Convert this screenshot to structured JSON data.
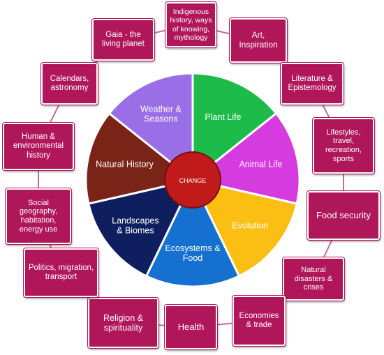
{
  "wheel": {
    "center_label": "CHANGE",
    "center_color": "#c01a1a",
    "segments": [
      {
        "label": "Plant Life",
        "color": "#1dbb4a"
      },
      {
        "label": "Animal Life",
        "color": "#d63be0"
      },
      {
        "label": "Evolution",
        "color": "#fbbf14"
      },
      {
        "label": "Ecosystems & Food",
        "color": "#1670cf"
      },
      {
        "label": "Landscapes & Biomes",
        "color": "#0f1e5e"
      },
      {
        "label": "Natural History",
        "color": "#7a2418"
      },
      {
        "label": "Weather & Seasons",
        "color": "#9a6ee6"
      }
    ]
  },
  "outer_topics": [
    {
      "id": "indigenous",
      "label": "Indigenous history, ways of knowing, mythology"
    },
    {
      "id": "art",
      "label": "Art, Inspiration"
    },
    {
      "id": "literature",
      "label": "Literature & Epistemology"
    },
    {
      "id": "lifestyles",
      "label": "Lifestyles, travel, recreation, sports"
    },
    {
      "id": "food-security",
      "label": "Food security"
    },
    {
      "id": "natural-disasters",
      "label": "Natural disasters & crises"
    },
    {
      "id": "economies",
      "label": "Economies & trade"
    },
    {
      "id": "health",
      "label": "Health"
    },
    {
      "id": "religion",
      "label": "Religion & spirituality"
    },
    {
      "id": "politics",
      "label": "Politics, migration, transport"
    },
    {
      "id": "social-geography",
      "label": "Social geography, habitation, energy use"
    },
    {
      "id": "human-env",
      "label": "Human & environmental history"
    },
    {
      "id": "calendars",
      "label": "Calendars, astronomy"
    },
    {
      "id": "gaia",
      "label": "Gaia - the living planet"
    }
  ],
  "colors": {
    "box": "#b0165a",
    "connector": "#c07090"
  }
}
